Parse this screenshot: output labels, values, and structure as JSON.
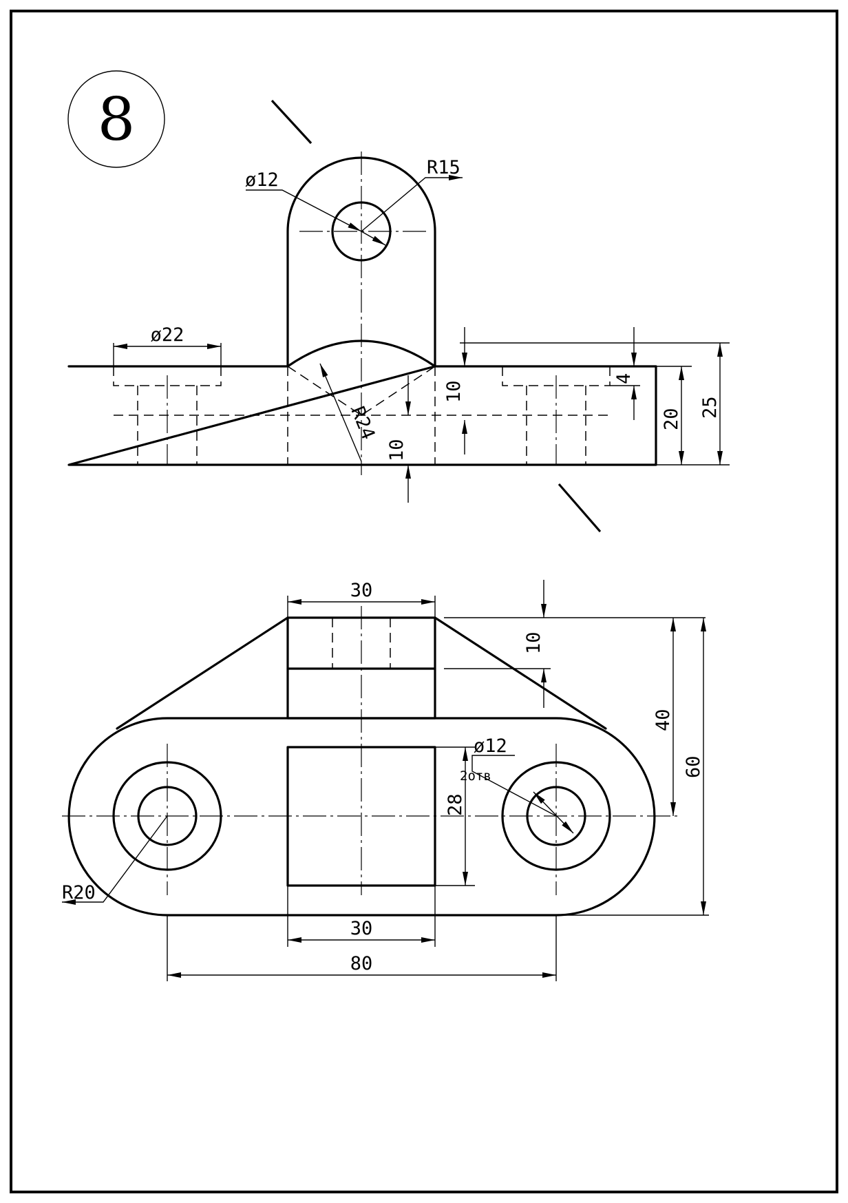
{
  "sheet": {
    "number": "8"
  },
  "front_view": {
    "dims": {
      "hole_small_dia": "ø12",
      "lug_radius": "R15",
      "counterbore_dia": "ø22",
      "arc_radius": "R24",
      "lug_to_top": "10",
      "mid_to_bottom": "10",
      "counterbore_depth": "4",
      "base_height": "20",
      "total_height": "25"
    }
  },
  "top_view": {
    "dims": {
      "lug_width_top": "30",
      "lug_depth": "10",
      "half_width": "40",
      "total_width": "60",
      "hole_dia": "ø12",
      "hole_count": "2отв",
      "window_height": "28",
      "end_radius": "R20",
      "window_width": "30",
      "hole_spacing": "80"
    }
  }
}
